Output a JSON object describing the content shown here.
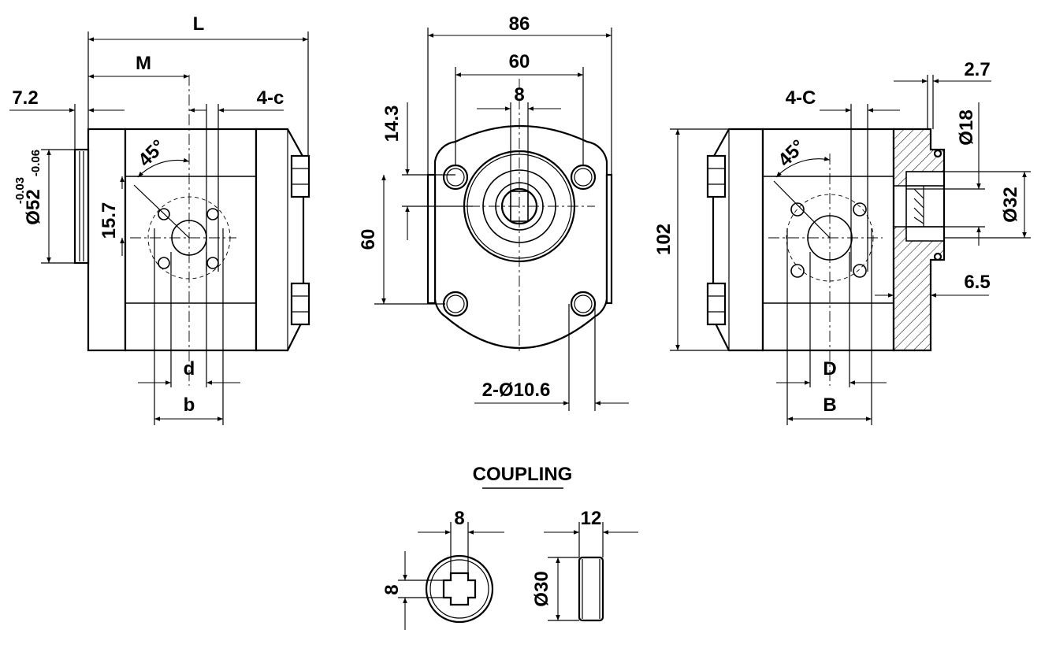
{
  "labels": {
    "L": "L",
    "M": "M",
    "d7_2": "7.2",
    "four_c_lower": "4-c",
    "angle_left": "45°",
    "dia52": "Ø52",
    "tol_upper": "-0.03",
    "tol_lower": "-0.06",
    "d15_7": "15.7",
    "d_lower": "d",
    "b_lower": "b",
    "d86": "86",
    "d60_top": "60",
    "d8_top": "8",
    "d14_3": "14.3",
    "d60_left": "60",
    "holes": "2-Ø10.6",
    "four_c_upper": "4-C",
    "d2_7": "2.7",
    "dia18": "Ø18",
    "angle_right": "45°",
    "d102": "102",
    "dia32": "Ø32",
    "d6_5": "6.5",
    "D_upper": "D",
    "B_upper": "B",
    "coupling_title": "COUPLING",
    "coupling_8_top": "8",
    "coupling_8_left": "8",
    "coupling_12": "12",
    "dia30": "Ø30"
  }
}
